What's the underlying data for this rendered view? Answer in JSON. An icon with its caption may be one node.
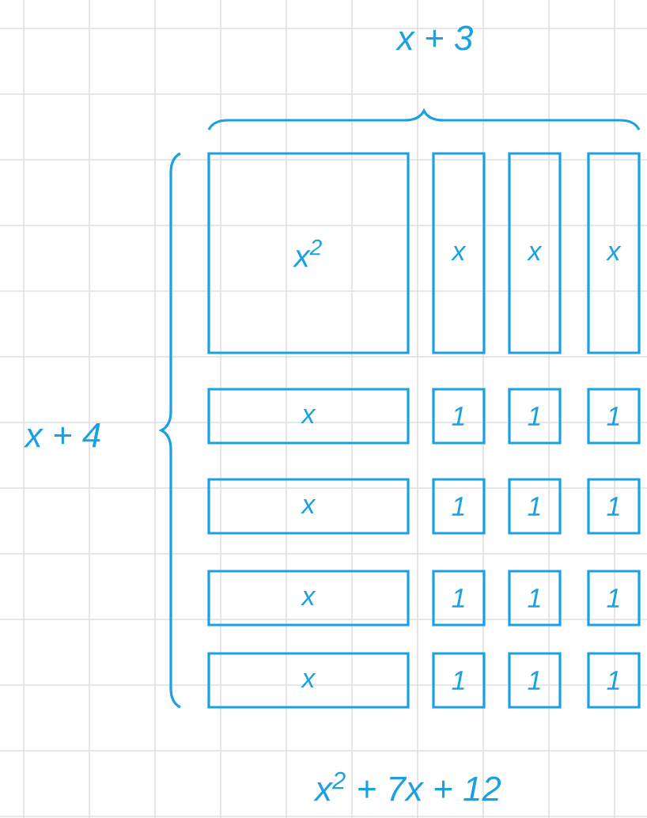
{
  "diagram": {
    "nodes": [
      {
        "text": [
          "x$^{2}$"
        ]
      },
      {
        "text": [
          "x"
        ]
      },
      {
        "text": [
          "x"
        ]
      },
      {
        "text": [
          "x"
        ]
      },
      {
        "text": [
          "x"
        ]
      },
      {
        "text": [
          "1"
        ]
      },
      {
        "text": [
          "1"
        ]
      },
      {
        "text": [
          "1"
        ]
      },
      {
        "text": [
          "x"
        ]
      },
      {
        "text": [
          "1"
        ]
      },
      {
        "text": [
          "1"
        ]
      },
      {
        "text": [
          "1"
        ]
      },
      {
        "text": [
          "x"
        ]
      },
      {
        "text": [
          "1"
        ]
      },
      {
        "text": [
          "1"
        ]
      },
      {
        "text": [
          "1"
        ]
      },
      {
        "text": [
          "x"
        ]
      },
      {
        "text": [
          "1"
        ]
      },
      {
        "text": [
          "1"
        ]
      },
      {
        "text": [
          "1"
        ]
      }
    ],
    "labels": [
      "x + 3",
      "x + 4",
      "x$^{2}$ + 7x + 12"
    ]
  }
}
